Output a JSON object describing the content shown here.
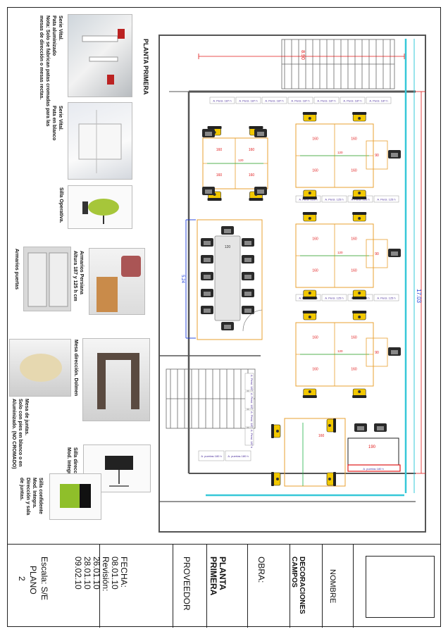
{
  "plan_title": "PLANTA PRIMERA",
  "dimensions": {
    "stair_width": "8.90",
    "total_length": "17.03",
    "meeting_room_length": "5.24",
    "desk_block_width": "1.60",
    "cluster_gap": "1.20",
    "director_width": "1.90",
    "clear_90": "0.90"
  },
  "furniture_labels": {
    "cabinet_187": "A. Persi. 187 h",
    "cabinet_125": "A. Persi. 125 h",
    "cabinet_puertas": "A. puertas 180 h",
    "desk_160": "160",
    "desk_120": "120",
    "desk_90": "90",
    "director_desk": "190"
  },
  "legend": [
    {
      "id": "serie-vital-alu",
      "text": "Serie Vital.\nPata aluminizado\nNota: Solo se fabrican patas cromadas para las\nmesas de dirección o mesas rectas."
    },
    {
      "id": "serie-vital-blanco",
      "text": "Serie Vital.\nPata en blanco"
    },
    {
      "id": "silla-operativa",
      "text": "Silla Operativa."
    },
    {
      "id": "armarios-persiana",
      "text": "Armarios Persiana\nAltura 187 y 125 h cm"
    },
    {
      "id": "armarios-puertas",
      "text": "Armarios puertas"
    },
    {
      "id": "mesa-direccion",
      "text": "Mesa dirección. Dolmen"
    },
    {
      "id": "mesa-juntas",
      "text": "Mesa de juntas.\nSolo con pies en blanco o en\nAluminizado. (NO CROMADO)"
    },
    {
      "id": "silla-direccion",
      "text": "Silla dirección.\nMod. Integra"
    },
    {
      "id": "silla-confidente",
      "text": "Silla confidente\nMod. Integra.\nDirección y sala\nde juntas."
    }
  ],
  "title_block": {
    "nombre_label": "NOMBRE",
    "client": "DECORACIONES\nCAMPOS",
    "obra_label": "OBRA:",
    "plan_name": "PLANTA\nPRIMERA",
    "proveedor_label": "PROVEEDOR",
    "fecha_label": "FECHA:",
    "fecha": "08.01.10",
    "revision_label": "Revisión:",
    "revisions": [
      "26.01.10",
      "28.01.10",
      "09.02.10"
    ],
    "escala": "Escala: S/E",
    "plano_label": "PLANO",
    "plano_num": "2"
  },
  "colors": {
    "desk_outline": "#e8a030",
    "wall": "#555555",
    "window": "#36c8d8",
    "dim_red": "#e01818",
    "dim_blue": "#1c3cd8",
    "dim_green": "#22b04a",
    "cabinet_label": "#4a2d9a",
    "chair_yellow": "#f2c800"
  }
}
